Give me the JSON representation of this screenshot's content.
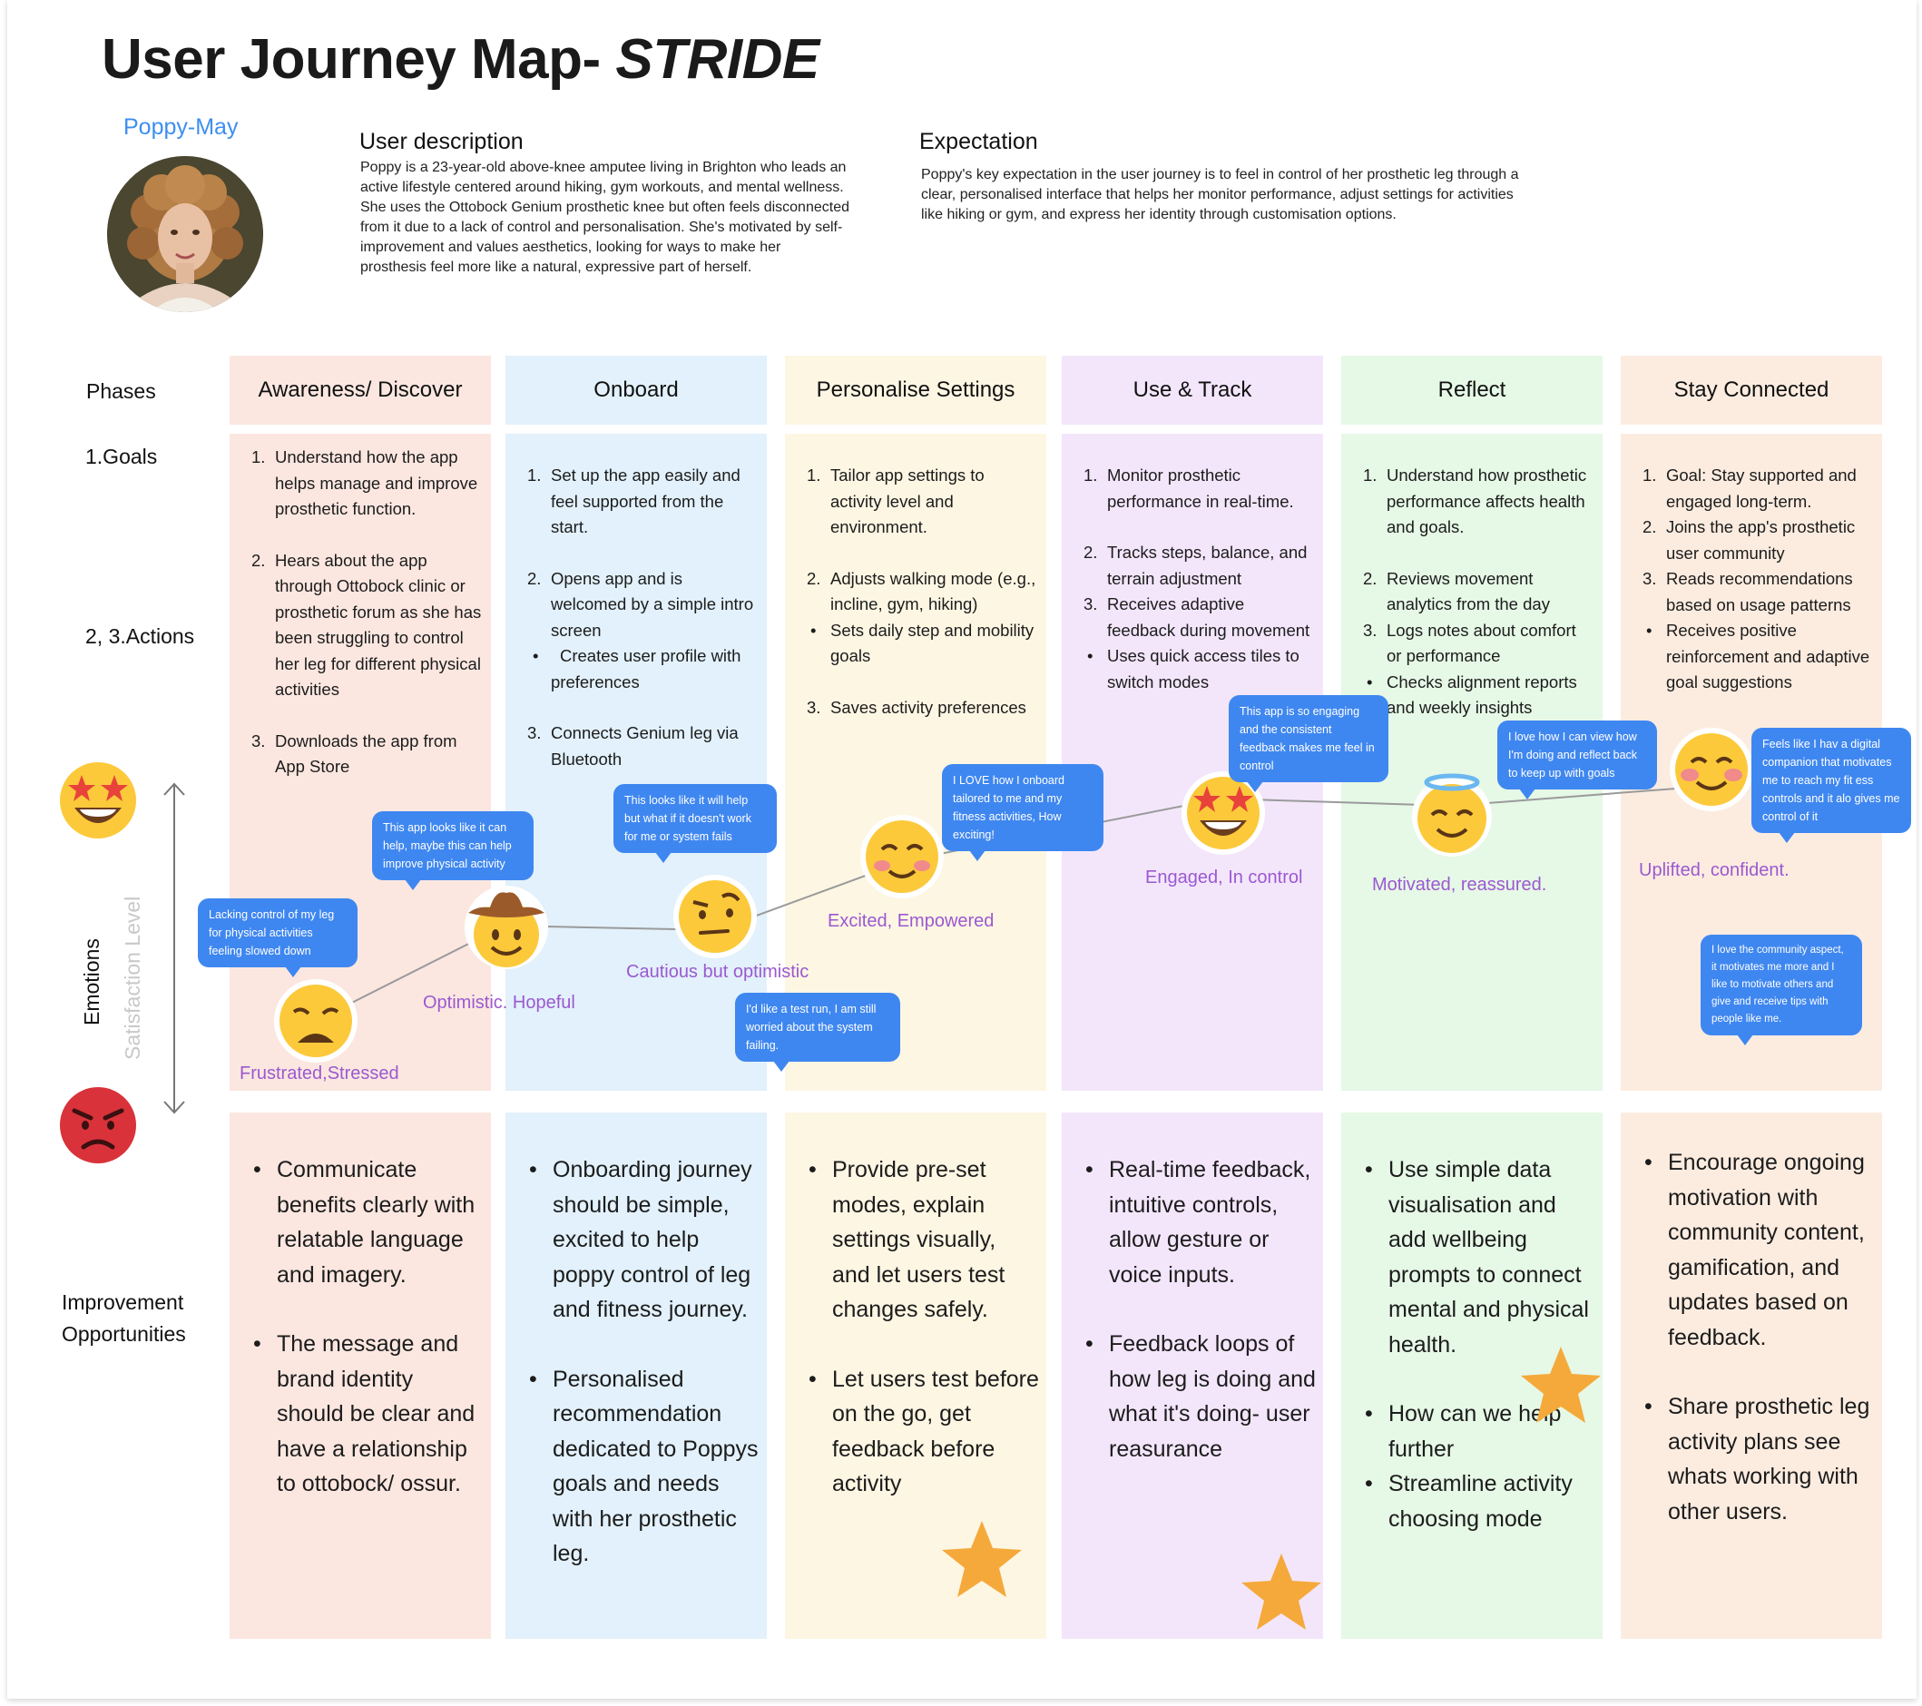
{
  "header": {
    "title": "User Journey Map- ",
    "title_brand": "STRIDE",
    "persona_name": "Poppy-May"
  },
  "user_description": {
    "heading": "User description",
    "text": "Poppy is a 23-year-old above-knee amputee living in Brighton who leads an active lifestyle centered around hiking, gym workouts, and mental wellness. She uses the Ottobock Genium prosthetic knee but often feels disconnected from it due to a lack of control and personalisation. She's motivated by self-improvement and values aesthetics, looking for ways to make her prosthesis feel more like a natural, expressive part of herself."
  },
  "expectation": {
    "heading": "Expectation",
    "text": "Poppy's key expectation in the user journey is to feel in control of her prosthetic leg through a clear, personalised interface that helps her monitor performance, adjust settings for activities like hiking or gym, and express her identity through customisation options."
  },
  "row_labels": {
    "phases": "Phases",
    "goals": "1.Goals",
    "actions": "2, 3.Actions",
    "emotions": "Emotions",
    "satisfaction": "Satisfaction Level",
    "improvement": "Improvement Opportunities"
  },
  "phases": [
    {
      "name": "Awareness/ Discover",
      "goals": [
        {
          "n": "1.",
          "t": "Understand how the app helps manage and improve prosthetic function."
        },
        {
          "n": "2.",
          "t": "Hears about the app through Ottobock clinic or prosthetic forum as she has been struggling to control her leg for different physical activities"
        },
        {
          "n": "3.",
          "t": "Downloads the app from App Store"
        }
      ],
      "emotion": "Frustrated,Stressed",
      "quote": "Lacking control of my leg for physical activities feeling slowed down",
      "improvements": [
        "Communicate benefits clearly with relatable language and imagery.",
        "The message and brand identity should be clear and have a relationship to ottobock/ ossur."
      ]
    },
    {
      "name": "Onboard",
      "goals": [
        {
          "n": "1.",
          "t": "Set up the app easily and feel supported from the start."
        },
        {
          "n": "2.",
          "t": "Opens app and is welcomed by a simple intro screen"
        },
        {
          "n": "•",
          "t": "Creates user profile with preferences"
        },
        {
          "n": "3.",
          "t": "Connects Genium leg via Bluetooth"
        }
      ],
      "emotion": "Optimistic. Hopeful",
      "quote": "This app looks like it can help, maybe this can help improve physical activity",
      "improvements": [
        "Onboarding journey should be simple, excited to help poppy control of leg and fitness journey.",
        "Personalised recommendation dedicated to Poppys goals and needs with her prosthetic leg."
      ]
    },
    {
      "name": "Personalise Settings",
      "goals": [
        {
          "n": "1.",
          "t": "Tailor app settings to activity level and environment."
        },
        {
          "n": "2.",
          "t": "Adjusts walking mode (e.g., incline, gym, hiking)"
        },
        {
          "n": "•",
          "t": "Sets daily step and mobility goals"
        },
        {
          "n": "3.",
          "t": "Saves activity preferences"
        }
      ],
      "emotion": "Cautious but optimistic",
      "emotion2": "Excited, Empowered",
      "quote": "This looks like it will help but what if it doesn't work for me or system fails",
      "quote2": "I'd like a test run, I am still worried about the system failing.",
      "quote3": "I LOVE how I onboard tailored to me and my fitness activities, How exciting!",
      "improvements": [
        "Provide pre-set modes, explain settings visually, and let users test changes safely.",
        "Let users test before on the go, get feedback before activity"
      ]
    },
    {
      "name": "Use & Track",
      "goals": [
        {
          "n": "1.",
          "t": "Monitor prosthetic performance in real-time."
        },
        {
          "n": "2.",
          "t": "Tracks steps, balance, and terrain adjustment"
        },
        {
          "n": "3.",
          "t": "Receives adaptive feedback during movement"
        },
        {
          "n": "•",
          "t": "Uses quick access tiles to switch modes"
        }
      ],
      "emotion": "Engaged, In control",
      "quote": "This app is so engaging and the consistent feedback makes me feel in control",
      "improvements": [
        "Real-time feedback, intuitive controls, allow gesture or voice inputs.",
        "Feedback loops of how leg is doing and what it's doing- user reasurance"
      ]
    },
    {
      "name": "Reflect",
      "goals": [
        {
          "n": "1.",
          "t": "Understand how prosthetic performance affects health and goals."
        },
        {
          "n": "2.",
          "t": "Reviews movement analytics from the day"
        },
        {
          "n": "3.",
          "t": "Logs notes about comfort or performance"
        },
        {
          "n": "•",
          "t": "Checks alignment reports and weekly insights"
        }
      ],
      "emotion": "Motivated, reassured.",
      "quote": "I love how I can view how I'm doing and reflect back to keep up with goals",
      "improvements": [
        "Use simple data visualisation and add wellbeing prompts to connect mental and physical health.",
        "How can we help further",
        "Streamline activity choosing mode"
      ]
    },
    {
      "name": "Stay Connected",
      "goals": [
        {
          "n": "1.",
          "t": "Goal: Stay supported and engaged long-term."
        },
        {
          "n": "2.",
          "t": "Joins the app's prosthetic user community"
        },
        {
          "n": "3.",
          "t": "Reads recommendations based on usage patterns"
        },
        {
          "n": "•",
          "t": "Receives positive reinforcement and adaptive goal suggestions"
        }
      ],
      "emotion": "Uplifted, confident.",
      "quote": "Feels like I hav a digital companion that motivates me to reach my fit ess controls and it alo gives me control of it",
      "quote2": "I love the community aspect, it motivates me more and I like to motivate others and give and receive tips with people like me.",
      "improvements": [
        "Encourage ongoing motivation with community content, gamification, and updates based on feedback.",
        "Share prosthetic leg activity plans see whats working with other users."
      ]
    }
  ],
  "colors": {
    "awareness": "#fbe7e0",
    "onboard": "#e2f1fb",
    "personalise": "#fdf6e3",
    "use_track": "#f3e6fb",
    "reflect": "#e6f8e6",
    "stay": "#fcece0",
    "bubble": "#3f87f0",
    "emotion_text": "#9b59d0",
    "persona_name": "#3d8ef0"
  },
  "icons": {
    "happy": "star-eyes-face-icon",
    "angry": "angry-face-icon",
    "star": "star-icon"
  }
}
